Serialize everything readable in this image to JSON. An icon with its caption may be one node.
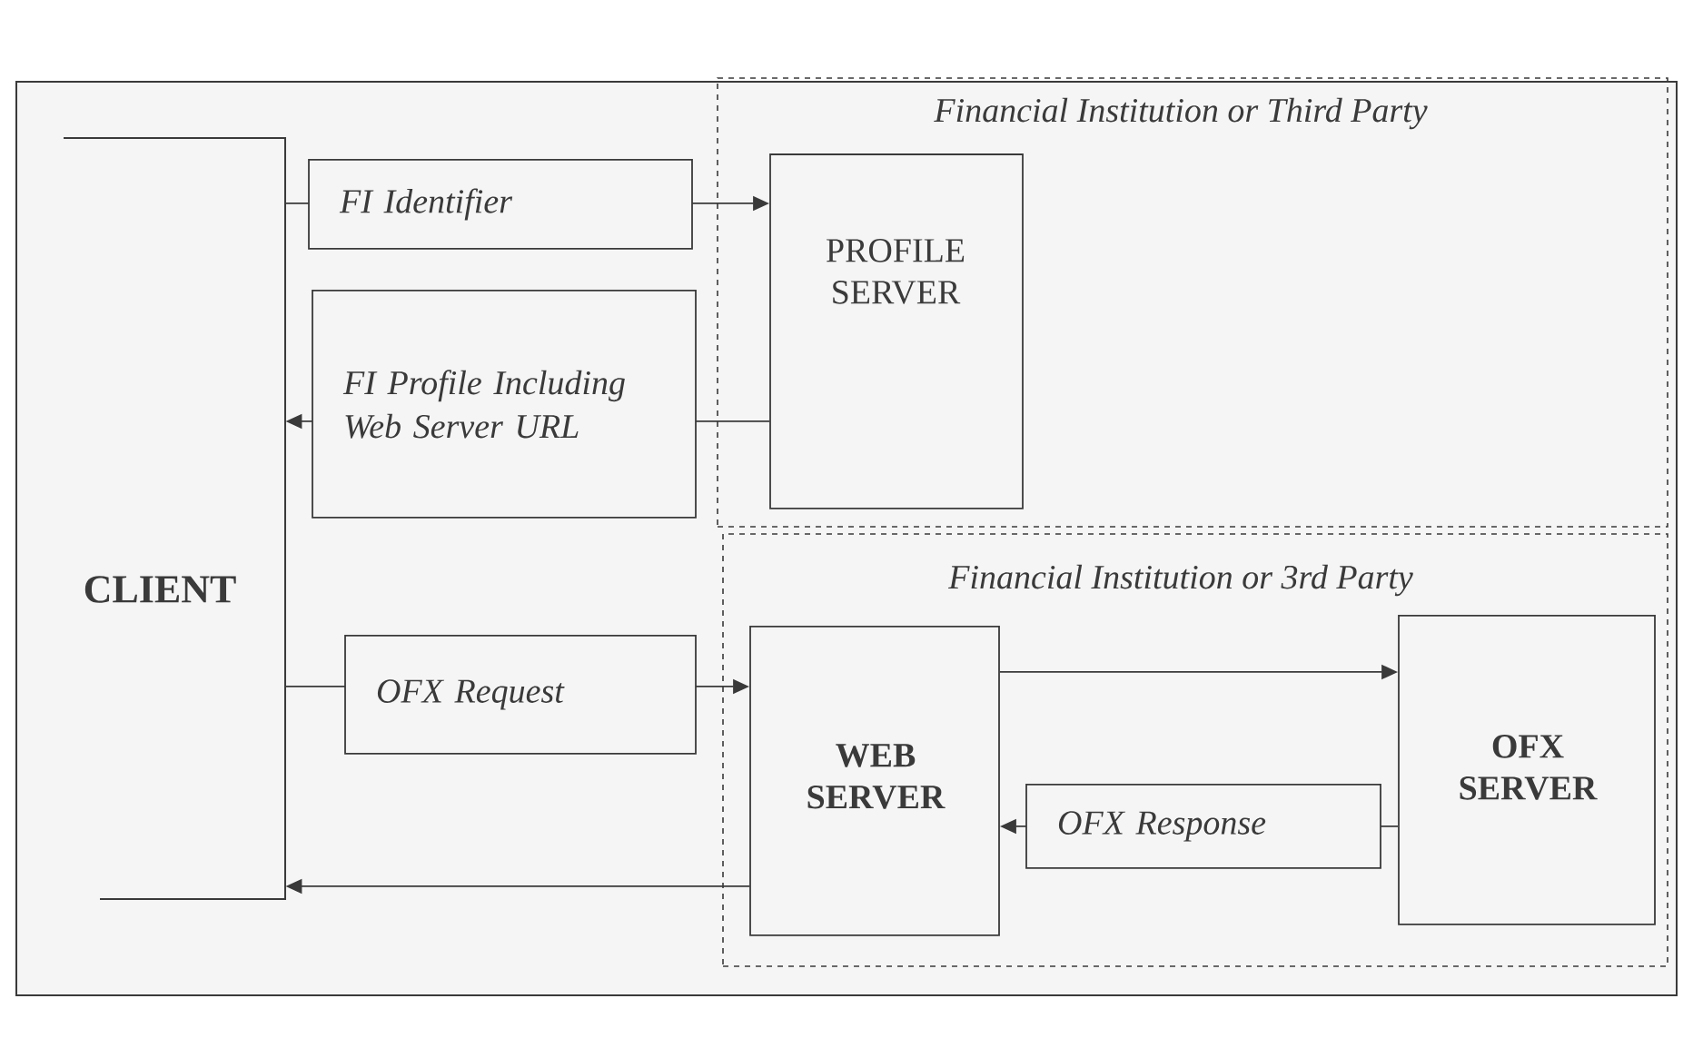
{
  "diagram": {
    "nodes": [
      {
        "text": [
          "CLIENT"
        ]
      },
      {
        "text": [
          "Financial Institution or Third Party"
        ]
      },
      {
        "text": [
          "PROFILE SERVER"
        ],
        "in": 1
      },
      {
        "text": [
          "Financial Institution or 3rd Party"
        ]
      },
      {
        "text": [
          "WEB SERVER"
        ],
        "in": 3
      },
      {
        "text": [
          "OFX SERVER"
        ],
        "in": 3
      }
    ],
    "edges": [
      {
        "from": 0,
        "to": 2,
        "arrow": "to",
        "label": "FI Identifier"
      },
      {
        "from": 2,
        "to": 0,
        "arrow": "to",
        "label": "FI Profile Including Web Server URL"
      },
      {
        "from": 0,
        "to": 4,
        "arrow": "to",
        "label": "OFX Request"
      },
      {
        "from": 4,
        "to": 0,
        "arrow": "to"
      },
      {
        "from": 4,
        "to": 5,
        "arrow": "to"
      },
      {
        "from": 5,
        "to": 4,
        "arrow": "to",
        "label": "OFX Response"
      }
    ]
  }
}
